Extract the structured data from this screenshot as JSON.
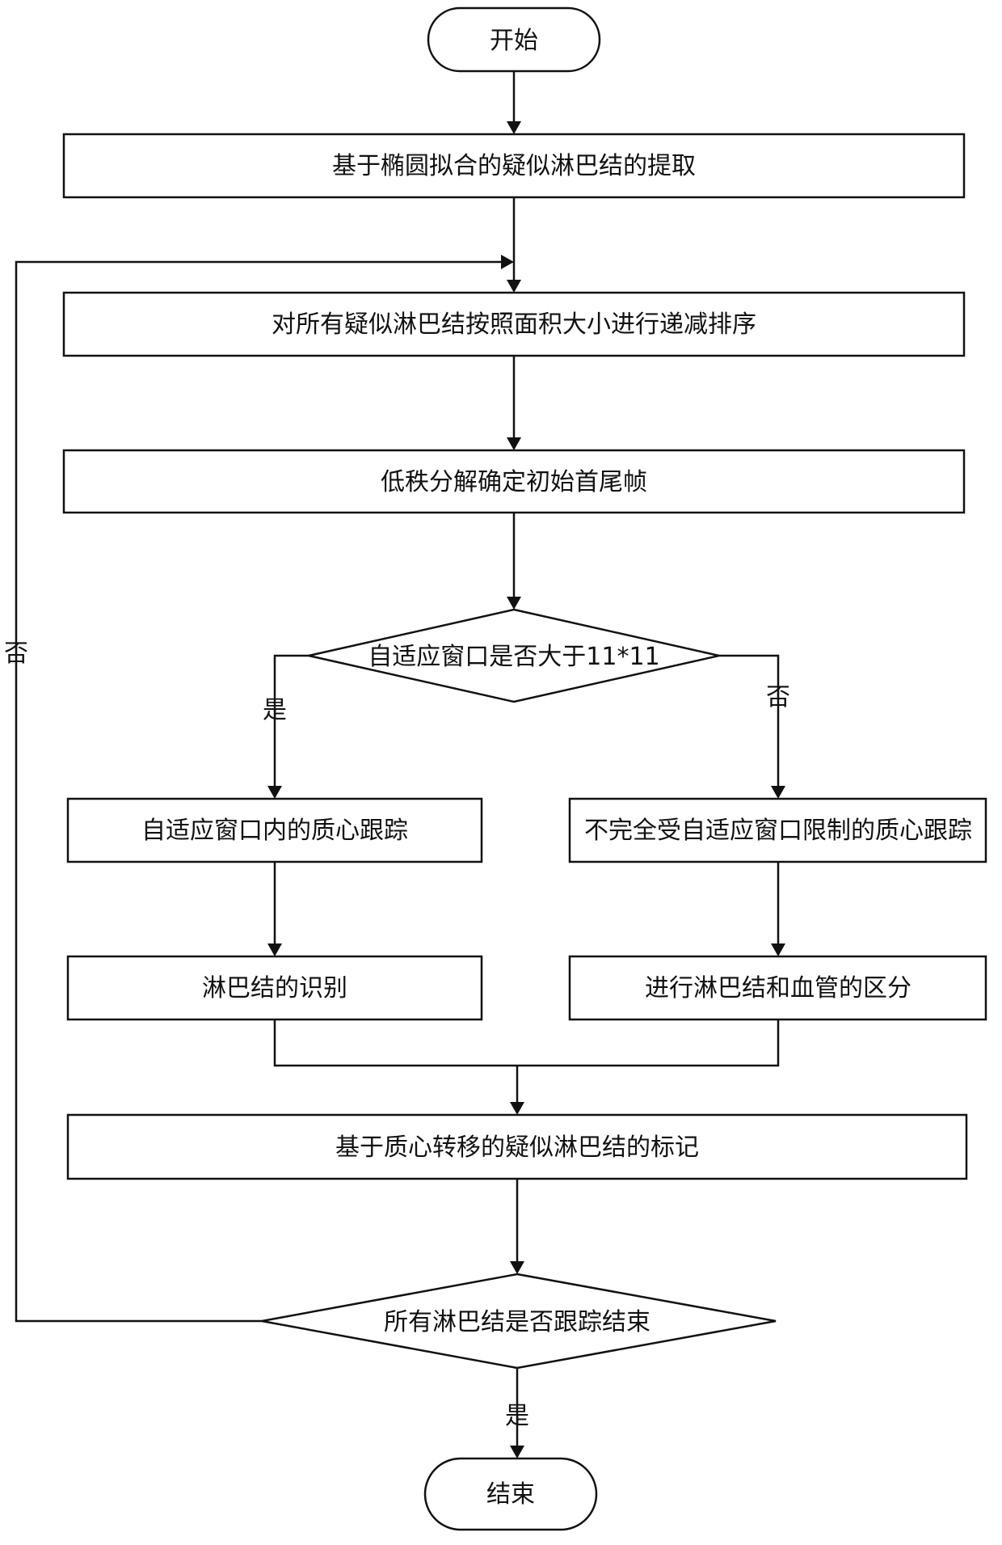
{
  "nodes": {
    "start": "开始",
    "extract": "基于椭圆拟合的疑似淋巴结的提取",
    "sort": "对所有疑似淋巴结按照面积大小进行递减排序",
    "lowrank": "低秩分解确定初始首尾帧",
    "decision_window": "自适应窗口是否大于11*11",
    "track_inside": "自适应窗口内的质心跟踪",
    "track_unlimited": "不完全受自适应窗口限制的质心跟踪",
    "identify": "淋巴结的识别",
    "distinguish": "进行淋巴结和血管的区分",
    "mark": "基于质心转移的疑似淋巴结的标记",
    "decision_done": "所有淋巴结是否跟踪结束",
    "end": "结束"
  },
  "edges": {
    "window_yes": "是",
    "window_no": "否",
    "loop_no": "否",
    "done_yes": "是"
  }
}
